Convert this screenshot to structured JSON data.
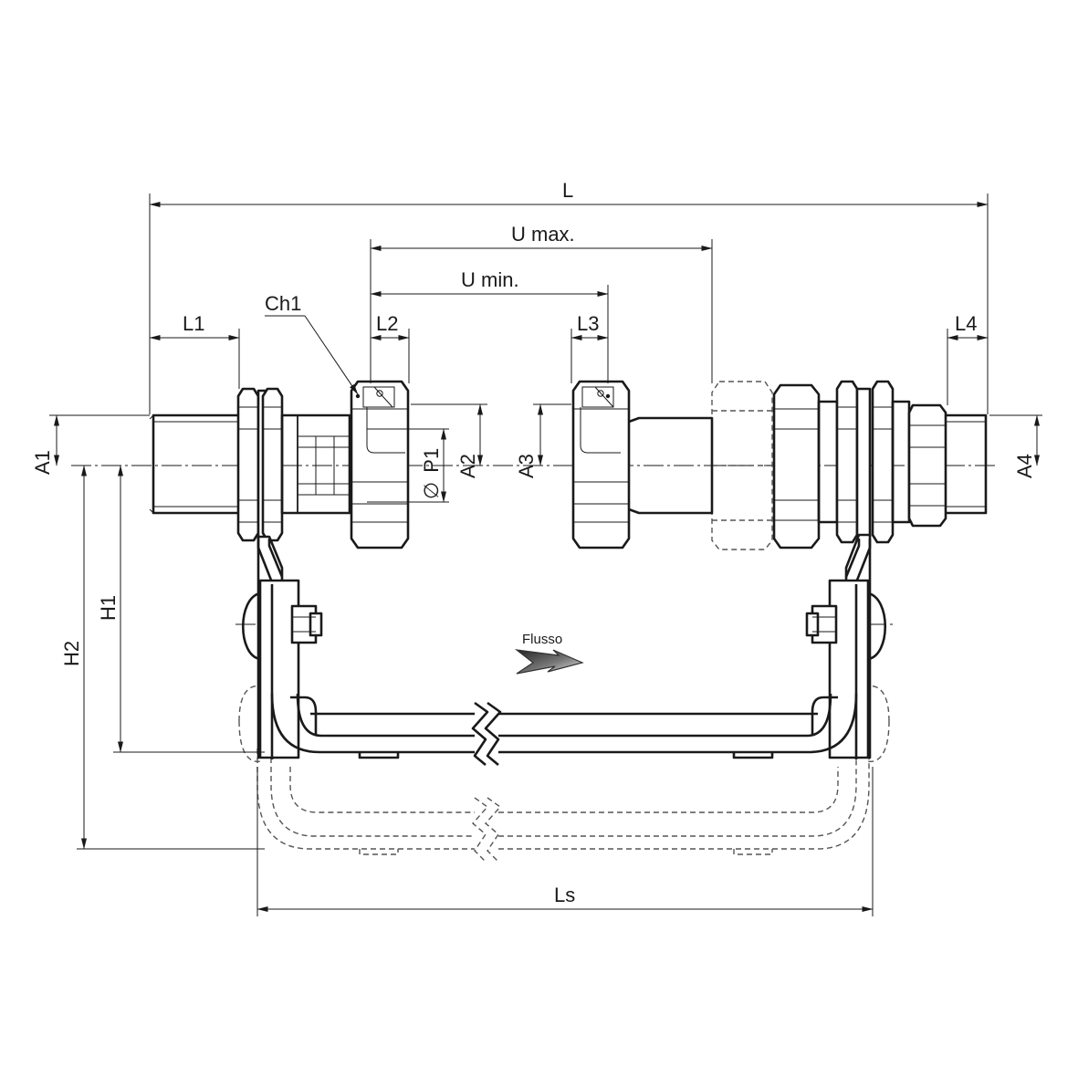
{
  "labels": {
    "L": "L",
    "U_max": "U max.",
    "U_min": "U min.",
    "Ch1": "Ch1",
    "L1": "L1",
    "L2": "L2",
    "L3": "L3",
    "L4": "L4",
    "A1": "A1",
    "A2": "A2",
    "A3": "A3",
    "A4": "A4",
    "P1": "P1",
    "diameter_symbol": "∅",
    "H1": "H1",
    "H2": "H2",
    "Ls": "Ls",
    "flow": "Flusso"
  }
}
